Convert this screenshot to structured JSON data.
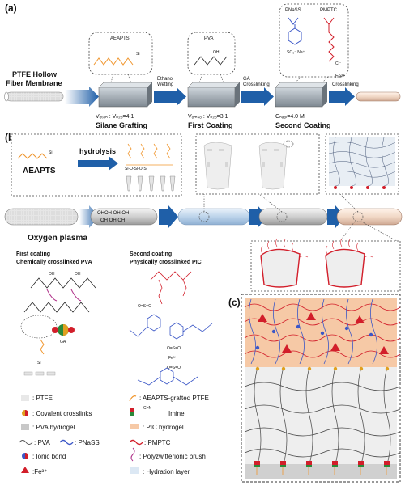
{
  "panels": {
    "a": "(a)",
    "b": "(b)",
    "c": "(c)"
  },
  "panel_a": {
    "fiber_title_line1": "PTFE Hollow",
    "fiber_title_line2": "Fiber Membrane",
    "steps": [
      {
        "tag": "AEAPTS",
        "arrow_line1": "Ethanol",
        "arrow_line2": "Wetting",
        "ratio": "Vₑₜₒₕ : Vₕ₂ₒ=4:1",
        "name": "Silane Grafting"
      },
      {
        "tag": "PVA",
        "arrow_line1": "GA",
        "arrow_line2": "Crosslinking",
        "ratio": "Vₒₘₛₒ : Vₕ₂ₒ=3:1",
        "name": "First Coating"
      },
      {
        "tag": "",
        "arrow_line1": "Fe³⁺",
        "arrow_line2": "Crosslinking",
        "ratio": "Cₙₐₒₗ=4.0 M",
        "name": "Second Coating"
      }
    ],
    "monomer_left": "PNaSS",
    "monomer_right": "PMPTC"
  },
  "panel_b": {
    "aeapts_label": "AEAPTS",
    "hydrolysis_label": "hydrolysis",
    "oxygen_plasma_label": "Oxygen plasma",
    "oh_row1": "OHOH OH OH",
    "oh_row2": "OH  OH  OH",
    "first_coating_line1": "First coating",
    "first_coating_line2": "Chemically crosslinked PVA",
    "second_coating_line1": "Second coating",
    "second_coating_line2": "Physically crosslinked PIC",
    "ga_label": "GA"
  },
  "legend": [
    {
      "key": "ptfe",
      "label": ": PTFE"
    },
    {
      "key": "aeapts",
      "label": ": AEAPTS-grafted PTFE"
    },
    {
      "key": "covalent",
      "label": ": Covalent crosslinks"
    },
    {
      "key": "imine",
      "label": "Imine"
    },
    {
      "key": "pva_gel",
      "label": ": PVA hydrogel"
    },
    {
      "key": "pic_gel",
      "label": ": PIC hydrogel"
    },
    {
      "key": "pva",
      "label": ": PVA"
    },
    {
      "key": "pnass",
      "label": ": PNaSS"
    },
    {
      "key": "pmptc",
      "label": ": PMPTC"
    },
    {
      "key": "ionic",
      "label": ": Ionic bond"
    },
    {
      "key": "brush",
      "label": ": Polyzwitterionic brush"
    },
    {
      "key": "fe",
      "label": ":Fe³⁺"
    },
    {
      "key": "hydration",
      "label": ": Hydration layer"
    }
  ],
  "colors": {
    "arrow_blue": "#1f5fa8",
    "orange": "#f0962e",
    "pva_gray": "#c8c8c8",
    "pic_peach": "#f6c9a6",
    "pnass_blue": "#3b57c7",
    "pmptc_red": "#d21e2a",
    "hydration_blue": "#dce8f4"
  }
}
